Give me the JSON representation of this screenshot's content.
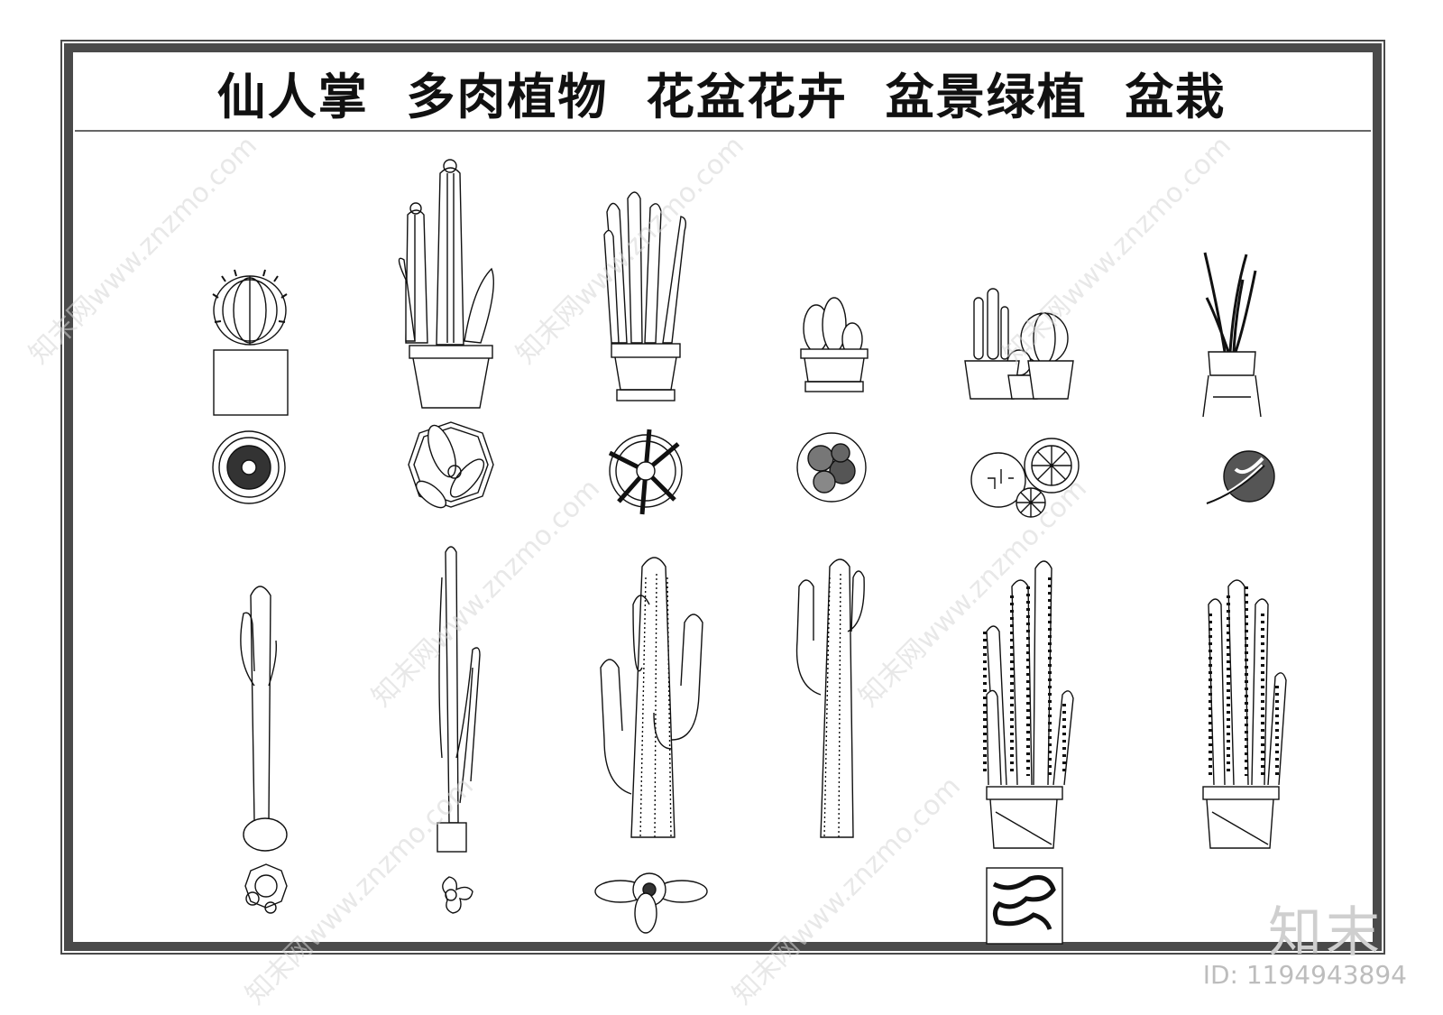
{
  "title": "仙人掌  多肉植物  花盆花卉  盆景绿植  盆栽",
  "watermark": {
    "logo": "知末",
    "id": "ID: 1194943894",
    "diagonal": "知末网www.znzmo.com"
  },
  "colors": {
    "frame": "#4a4a4a",
    "line": "#111111",
    "watermark": "#cfcfcf"
  },
  "top_row": [
    "barrel-cactus",
    "tall-cactus-terracotta",
    "euphorbia-cluster",
    "small-cactus-bowl",
    "cactus-trio-pots",
    "pencil-cactus-stand"
  ],
  "bottom_row": [
    "columnar-cactus",
    "slim-cactus",
    "saguaro-large",
    "saguaro-medium",
    "spiny-columnar-cactus",
    "spiny-columnar-cactus-2"
  ]
}
